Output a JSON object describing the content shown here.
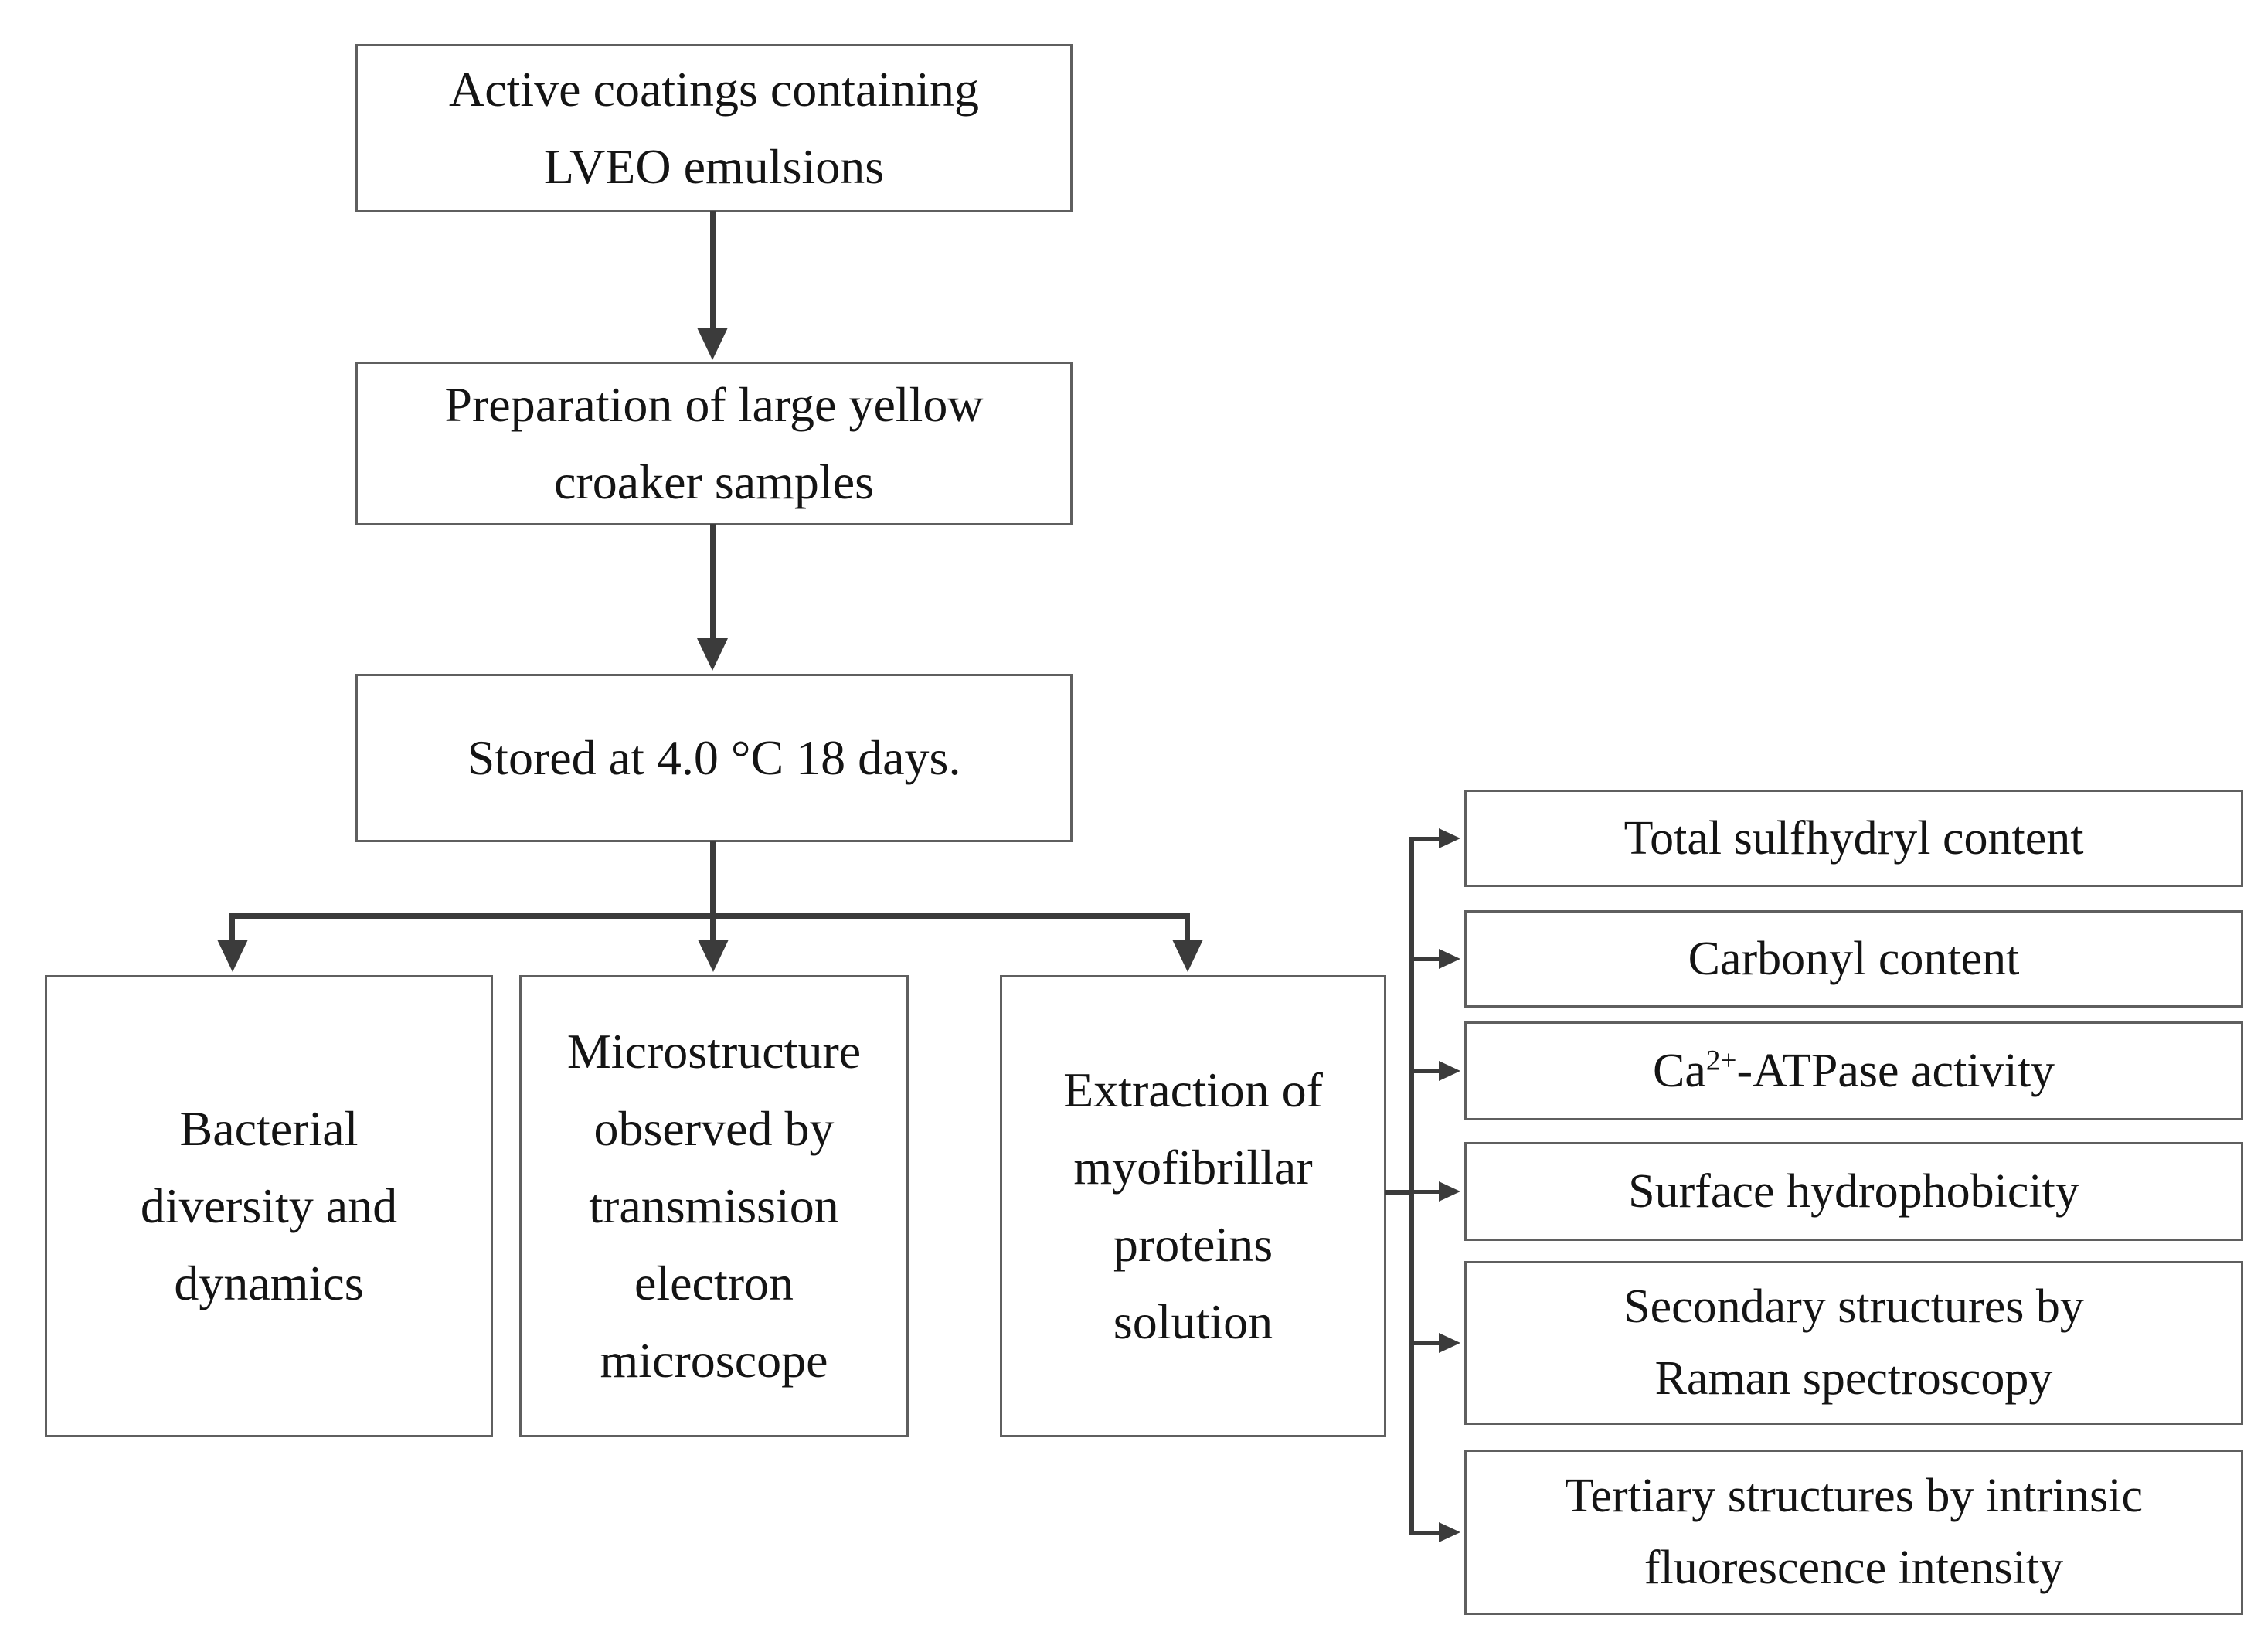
{
  "page": {
    "background": "#ffffff"
  },
  "styles": {
    "box_border_color": "#5f5f5f",
    "arrow_color": "#3b3b3b",
    "text_color": "#141414"
  },
  "flow": {
    "top": [
      {
        "key": "active_coatings",
        "lines": [
          "Active coatings containing",
          "LVEO emulsions"
        ]
      },
      {
        "key": "preparation",
        "lines": [
          "Preparation of large yellow",
          "croaker samples"
        ]
      },
      {
        "key": "storage",
        "lines": [
          "Stored at 4.0 °C 18 days."
        ]
      }
    ],
    "branches": [
      {
        "key": "bacterial_diversity",
        "lines": [
          "Bacterial",
          "diversity and",
          "dynamics"
        ]
      },
      {
        "key": "microstructure",
        "lines": [
          "Microstructure",
          "observed by",
          "transmission",
          "electron",
          "microscope"
        ]
      },
      {
        "key": "extraction",
        "lines": [
          "Extraction of",
          "myofibrillar",
          "proteins",
          "solution"
        ]
      }
    ],
    "analyses": [
      {
        "key": "total_sulfhydryl",
        "lines": [
          "Total sulfhydryl content"
        ]
      },
      {
        "key": "carbonyl",
        "lines": [
          "Carbonyl content"
        ]
      },
      {
        "key": "ca_atpase",
        "pre": "Ca",
        "sup": "2+",
        "post": "-ATPase activity"
      },
      {
        "key": "surface_hydrophobicity",
        "lines": [
          "Surface hydrophobicity"
        ]
      },
      {
        "key": "secondary_structures",
        "lines": [
          "Secondary structures by",
          "Raman spectroscopy"
        ]
      },
      {
        "key": "tertiary_structures",
        "lines": [
          "Tertiary structures by intrinsic",
          "fluorescence intensity"
        ]
      }
    ]
  }
}
